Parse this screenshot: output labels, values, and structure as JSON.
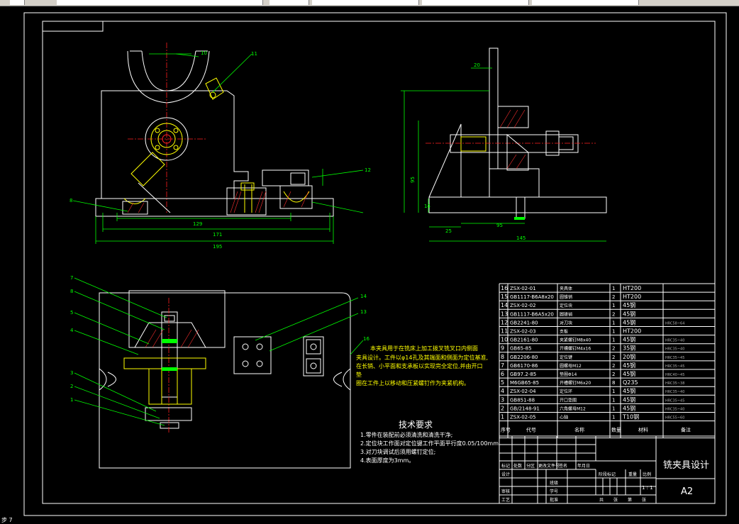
{
  "drawing": {
    "title": "铣夹具设计",
    "sheet_size": "A2",
    "scale": "1 : 1"
  },
  "dimensions": {
    "front_view": [
      "129",
      "171",
      "195",
      "10",
      "11",
      "12",
      "8"
    ],
    "side_view": [
      "20",
      "95",
      "25",
      "95",
      "145",
      "14"
    ]
  },
  "notes": {
    "intro_lines": [
      "本夹具用于在铣床上加工拨叉铣叉口内侧面",
      "夹具设计。工件以φ14孔及其端面和侧面为定位基准,",
      "在长销、小平面和支承板以实现完全定位,并由开口",
      "垫",
      "圈在工件上以移动和压紧螺钉作为夹紧机构。"
    ],
    "tech_title": "技术要求",
    "tech_items": [
      "1.零件在装配前必须清洗和清洗干净;",
      "2.定位块工作面对定位键工作平面平行度0.05/100mm",
      "3.对刀块调试后须用螺钉定位;",
      "4.表面厚度为3mm。"
    ]
  },
  "bom": {
    "headers": [
      "序号",
      "代号",
      "名称",
      "数量",
      "材料",
      "备注"
    ],
    "rows": [
      [
        "16",
        "ZSX-02-01",
        "夹具体",
        "1",
        "HT200",
        ""
      ],
      [
        "15",
        "GB1117-B6A8x20",
        "圆锥销",
        "2",
        "HT200",
        ""
      ],
      [
        "14",
        "ZSX-02-02",
        "定位块",
        "1",
        "45钢",
        ""
      ],
      [
        "13",
        "GB1117-B6A5x20",
        "圆锥销",
        "2",
        "45钢",
        ""
      ],
      [
        "12",
        "GB2241-80",
        "对刀块",
        "1",
        "45钢",
        "HRC58~64"
      ],
      [
        "11",
        "ZSX-02-03",
        "支板",
        "1",
        "HT200",
        ""
      ],
      [
        "10",
        "GB2161-80",
        "夹紧螺钉M8x40",
        "1",
        "45钢",
        "HRC35~40"
      ],
      [
        "9",
        "GB65-85",
        "开槽螺钉M4x16",
        "2",
        "35钢",
        "HRC35~40"
      ],
      [
        "8",
        "GB2206-80",
        "定位键",
        "2",
        "20钢",
        "HRC35~45"
      ],
      [
        "7",
        "GB6170-86",
        "圆螺母M12",
        "2",
        "45钢",
        "HRC35~45"
      ],
      [
        "6",
        "GB97.2-85",
        "垫圈Φ14",
        "2",
        "45钢",
        "HRC40~45"
      ],
      [
        "5",
        "M6GB65-85",
        "开槽螺钉M6x20",
        "8",
        "Q235",
        "HRC35~38"
      ],
      [
        "4",
        "ZSX-02-04",
        "定位环",
        "1",
        "45钢",
        "HRC35~40"
      ],
      [
        "3",
        "GB851-88",
        "开口垫圈",
        "1",
        "45钢",
        "HRC35~45"
      ],
      [
        "2",
        "GB/2148-91",
        "六角螺母M12",
        "1",
        "45钢",
        "HRC35~40"
      ],
      [
        "1",
        "ZSX-02-05",
        "心轴",
        "1",
        "T10钢",
        "HRC55~60"
      ]
    ]
  },
  "title_block": {
    "row_labels": [
      "标记",
      "处数",
      "分区",
      "更改文件号",
      "签名",
      "年月日"
    ],
    "left_labels": [
      "设计",
      "审核",
      "工艺"
    ],
    "mid_labels": [
      "班级",
      "学号",
      "批准"
    ],
    "stage_labels": [
      "阶段标记",
      "重量",
      "比例"
    ],
    "bottom_labels": [
      "共",
      "张",
      "第",
      "张"
    ]
  },
  "status_bar": {
    "text": "步 7"
  }
}
